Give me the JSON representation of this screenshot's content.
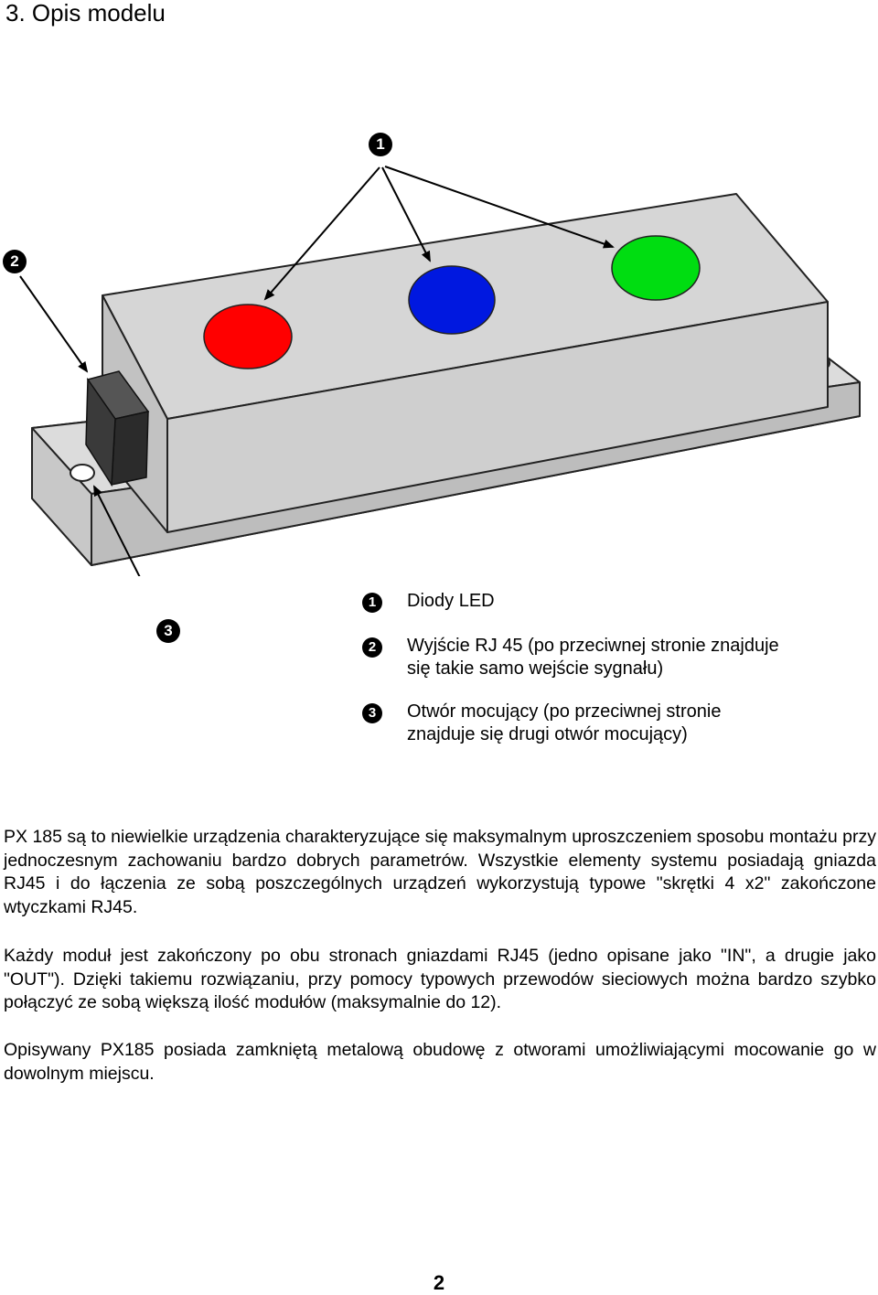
{
  "heading": "3. Opis modelu",
  "markers": {
    "one": "1",
    "two": "2",
    "three": "3"
  },
  "legend": [
    {
      "number": "1",
      "text": "Diody LED"
    },
    {
      "number": "2",
      "text": "Wyjście RJ 45 (po przeciwnej stronie znajduje się takie samo wejście sygnału)"
    },
    {
      "number": "3",
      "text": "Otwór mocujący (po przeciwnej stronie znajduje się drugi otwór mocujący)"
    }
  ],
  "colors": {
    "led_red": "#ff0000",
    "led_blue": "#0018e0",
    "led_green": "#00dd11",
    "housing": "#d4d4d4",
    "plate": "#d7d7d7"
  },
  "paragraphs": [
    "PX 185 są to niewielkie urządzenia charakteryzujące się maksymalnym uproszczeniem sposobu montażu przy jednoczesnym zachowaniu bardzo dobrych parametrów. Wszystkie elementy systemu posiadają gniazda RJ45 i do łączenia ze sobą poszczególnych urządzeń wykorzystują typowe \"skrętki 4 x2\" zakończone wtyczkami RJ45.",
    "Każdy moduł jest zakończony po obu stronach gniazdami RJ45 (jedno opisane jako \"IN\", a drugie jako \"OUT\"). Dzięki takiemu rozwiązaniu, przy pomocy typowych przewodów sieciowych można bardzo szybko połączyć ze sobą większą ilość modułów (maksymalnie do 12).",
    "Opisywany PX185 posiada zamkniętą metalową obudowę z otworami umożliwiającymi mocowanie go w dowolnym miejscu."
  ],
  "page_number": "2"
}
